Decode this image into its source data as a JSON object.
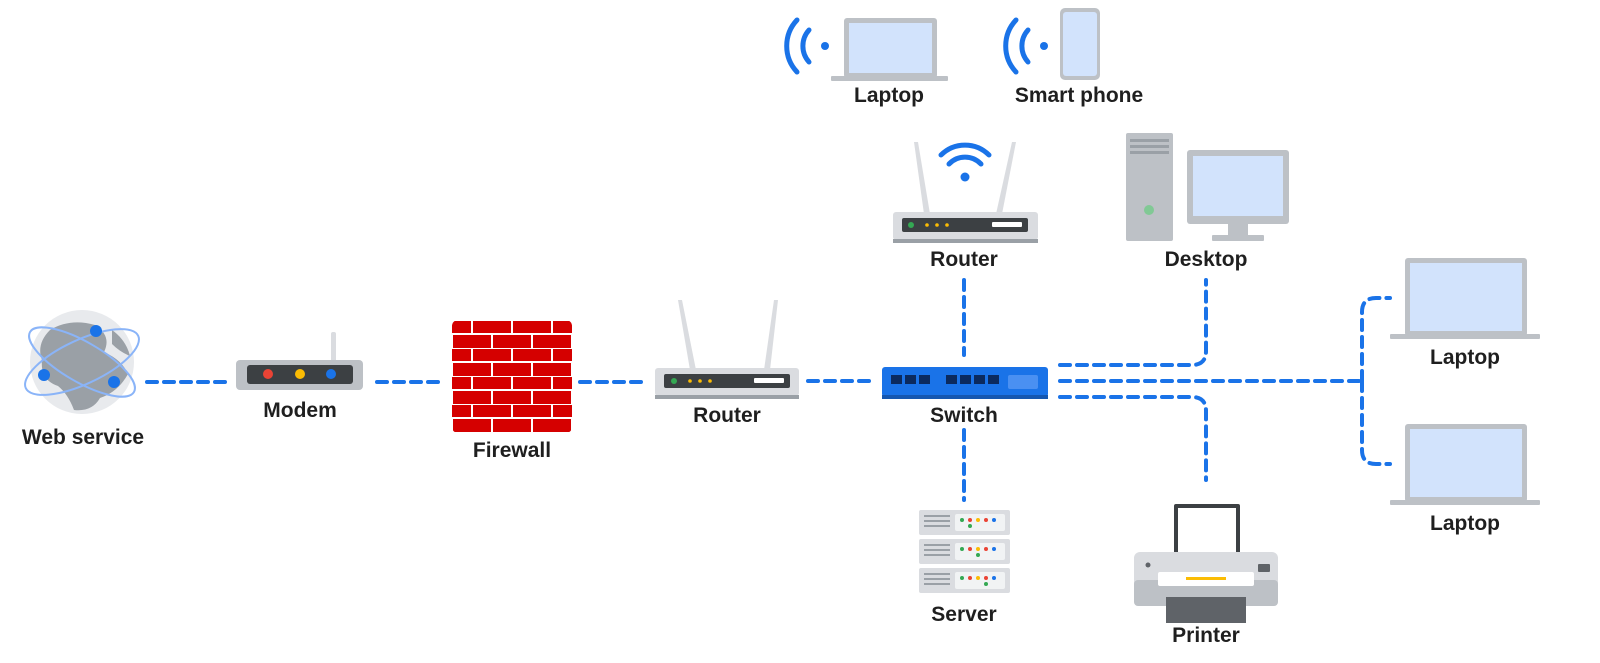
{
  "nodes": {
    "web_service": "Web service",
    "modem": "Modem",
    "firewall": "Firewall",
    "router_main": "Router",
    "switch": "Switch",
    "router_wifi": "Router",
    "desktop": "Desktop",
    "server": "Server",
    "printer": "Printer",
    "laptop_top": "Laptop",
    "laptop_right_1": "Laptop",
    "laptop_right_2": "Laptop",
    "smart_phone": "Smart phone"
  },
  "colors": {
    "link": "#1a73e8",
    "firewall": "#d50000",
    "device_gray": "#bdc1c6",
    "screen": "#d2e3fc",
    "switch": "#1a73e8"
  }
}
